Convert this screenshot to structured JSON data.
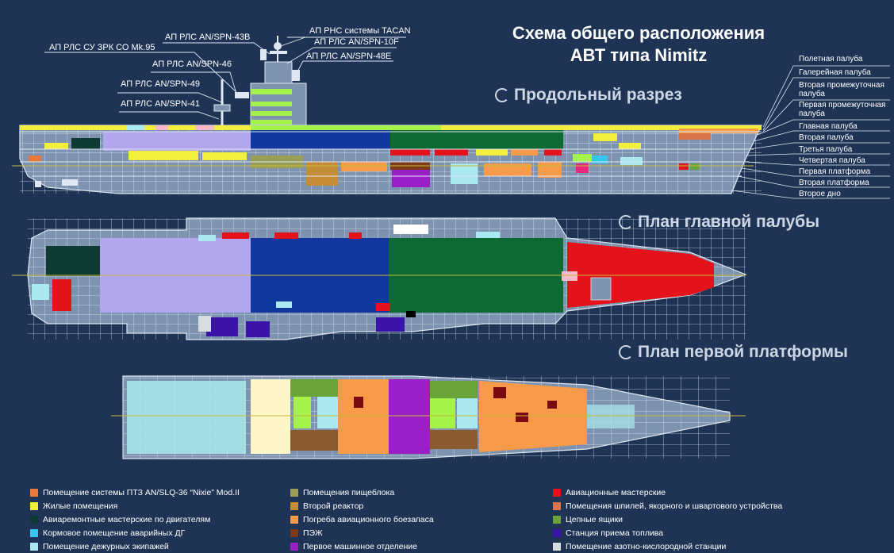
{
  "title": {
    "line1": "Схема общего расположения",
    "line2": "АВТ типа Nimitz"
  },
  "sections": {
    "longitudinal": "Продольный разрез",
    "main_deck": "План главной палубы",
    "first_platform": "План первой платформы"
  },
  "antennas": [
    "АП РНС системы TACAN",
    "АП РЛС AN/SPN-43B",
    "АП РЛС AN/SPN-10F",
    "АП РЛС СУ ЗРК СО Mk.95",
    "АП РЛС AN/SPN-48E",
    "АП РЛС AN/SPN-46",
    "АП РЛС AN/SPN-49",
    "АП РЛС AN/SPN-41"
  ],
  "decks": [
    "Полетная палуба",
    "Галерейная палуба",
    "Вторая промежуточная палуба",
    "Первая промежуточная палуба",
    "Главная палуба",
    "Вторая палуба",
    "Третья палуба",
    "Четвертая палуба",
    "Первая платформа",
    "Вторая платформа",
    "Второе дно"
  ],
  "legend": [
    {
      "label": "Помещение системы ПТЗ AN/SLQ-36 “Nixie” Mod.II",
      "color": "#e8793a"
    },
    {
      "label": "Жилые помещения",
      "color": "#f2ee3c"
    },
    {
      "label": "Авиаремонтные мастерские по двигателям",
      "color": "#0e3a33"
    },
    {
      "label": "Кормовое помещение аварийных ДГ",
      "color": "#34c6ef"
    },
    {
      "label": "Помещение дежурных экипажей",
      "color": "#a9e9ef"
    },
    {
      "label": "Помещения пищеблока",
      "color": "#9a9e55"
    },
    {
      "label": "Второй реактор",
      "color": "#c58c36"
    },
    {
      "label": "Погреба авиационного боезапаса",
      "color": "#f79a4a"
    },
    {
      "label": "ПЭЖ",
      "color": "#7b3a15"
    },
    {
      "label": "Первое машинное отделение",
      "color": "#9a1fc7"
    },
    {
      "label": "Авиационные мастерские",
      "color": "#e3121b"
    },
    {
      "label": "Помещения шпилей, якорного и швартового устройства",
      "color": "#d9744b"
    },
    {
      "label": "Цепные ящики",
      "color": "#6aa33a"
    },
    {
      "label": "Станция приема топлива",
      "color": "#3a13a8"
    },
    {
      "label": "Помещение азотно-кислородной станции",
      "color": "#d7dcdf"
    }
  ],
  "colors": {
    "background": "#1f3455",
    "hull": "#7d93b0",
    "line": "#dfe7f2",
    "hangar": "#b2a6ef",
    "reactor_blue": "#10379d",
    "reactor_green": "#0d6a33",
    "axis": "#c6bb3a"
  }
}
